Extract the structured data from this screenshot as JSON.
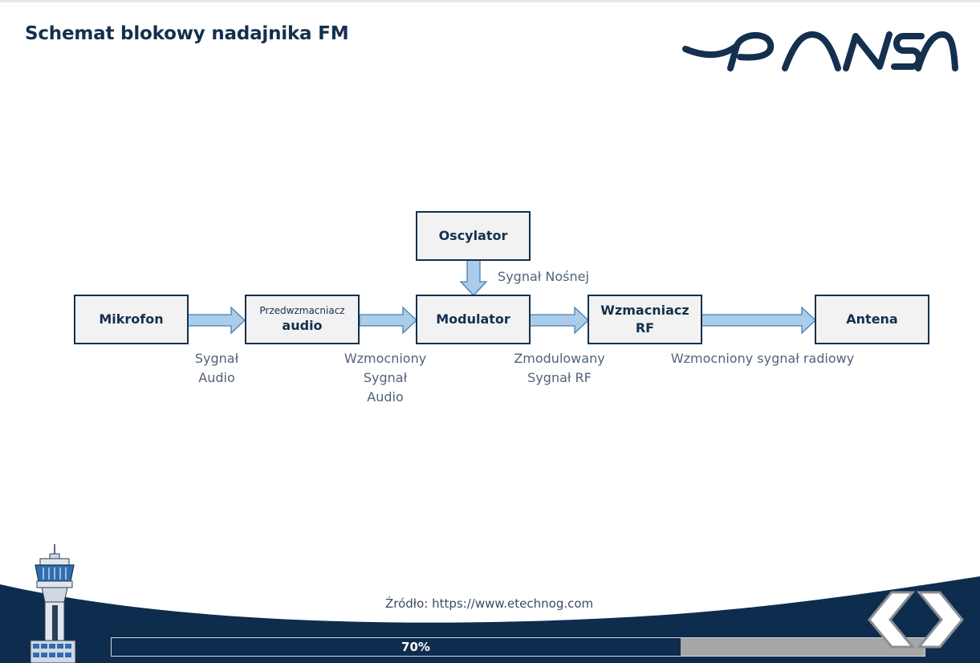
{
  "slide": {
    "title": "Schemat blokowy nadajnika FM",
    "logo_text": "PANSA",
    "source": "Źródło: https://www.etechnog.com"
  },
  "diagram": {
    "blocks": {
      "mikrofon": "Mikrofon",
      "przedwzmacniacz_line1": "Przedwzmacniacz",
      "przedwzmacniacz_line2": "audio",
      "oscylator": "Oscylator",
      "modulator": "Modulator",
      "wzmacniacz_rf_line1": "Wzmacniacz",
      "wzmacniacz_rf_line2": "RF",
      "antena": "Antena"
    },
    "signals": {
      "sygnal_audio": "Sygnał\nAudio",
      "wzmocniony_sygnal_audio": "Wzmocniony\nSygnał\nAudio",
      "sygnal_nosnej": "Sygnał Nośnej",
      "zmodulowany_sygnal_rf": "Zmodulowany\nSygnał RF",
      "wzmocniony_sygnal_radiowy": "Wzmocniony sygnał radiowy"
    }
  },
  "progress": {
    "label": "70%",
    "value": 0.7
  },
  "icons": {
    "logo": "pansa-logo",
    "tower": "control-tower-icon",
    "prev": "chevron-left-icon",
    "next": "chevron-right-icon"
  },
  "colors": {
    "navy": "#14304f",
    "footer": "#0e2c4e",
    "arrow_fill": "#a9cdea",
    "arrow_stroke": "#4a7fb0",
    "box_fill": "#f2f2f2",
    "label": "#53627a"
  }
}
